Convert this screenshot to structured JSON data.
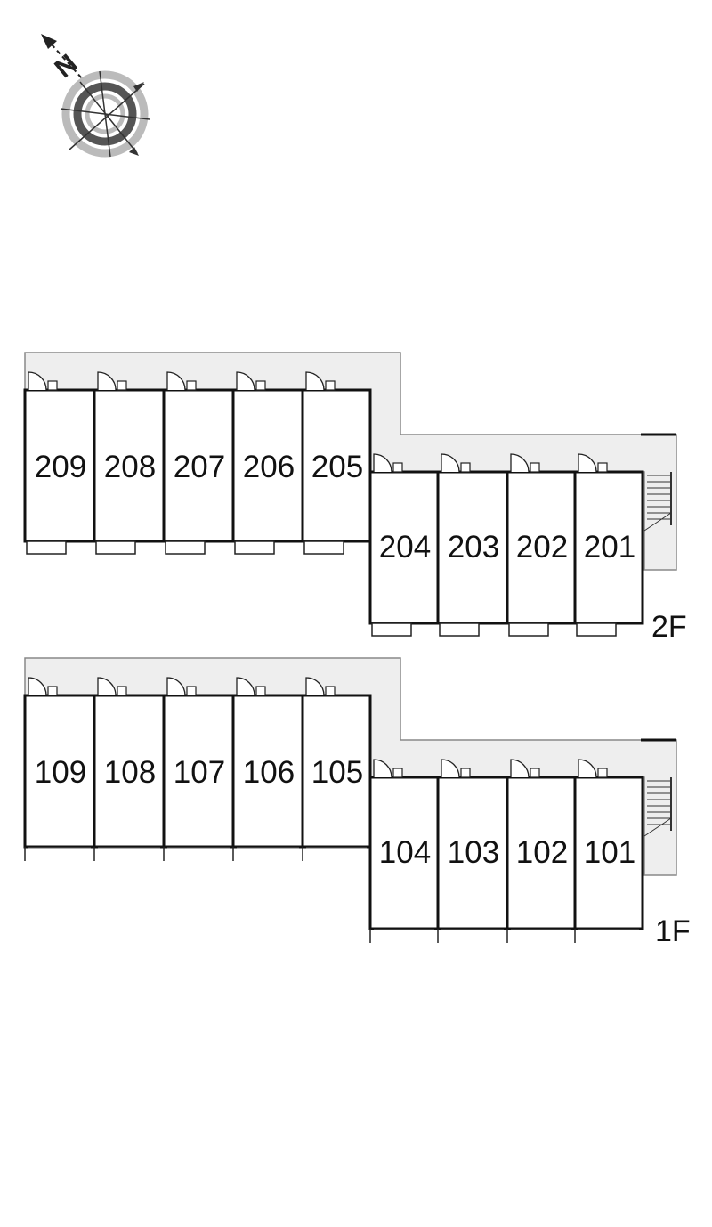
{
  "compass": {
    "north_label": "N",
    "icon": "compass-rose-icon"
  },
  "colors": {
    "wall": "#111111",
    "corridor_fill": "#eeeeee",
    "corridor_stroke": "#888888",
    "compass_dark": "#555555",
    "compass_light": "#bbbbbb"
  },
  "floors": [
    {
      "id": "2F",
      "label": "2F",
      "units": [
        "209",
        "208",
        "207",
        "206",
        "205",
        "204",
        "203",
        "202",
        "201"
      ]
    },
    {
      "id": "1F",
      "label": "1F",
      "units": [
        "109",
        "108",
        "107",
        "106",
        "105",
        "104",
        "103",
        "102",
        "101"
      ]
    }
  ]
}
